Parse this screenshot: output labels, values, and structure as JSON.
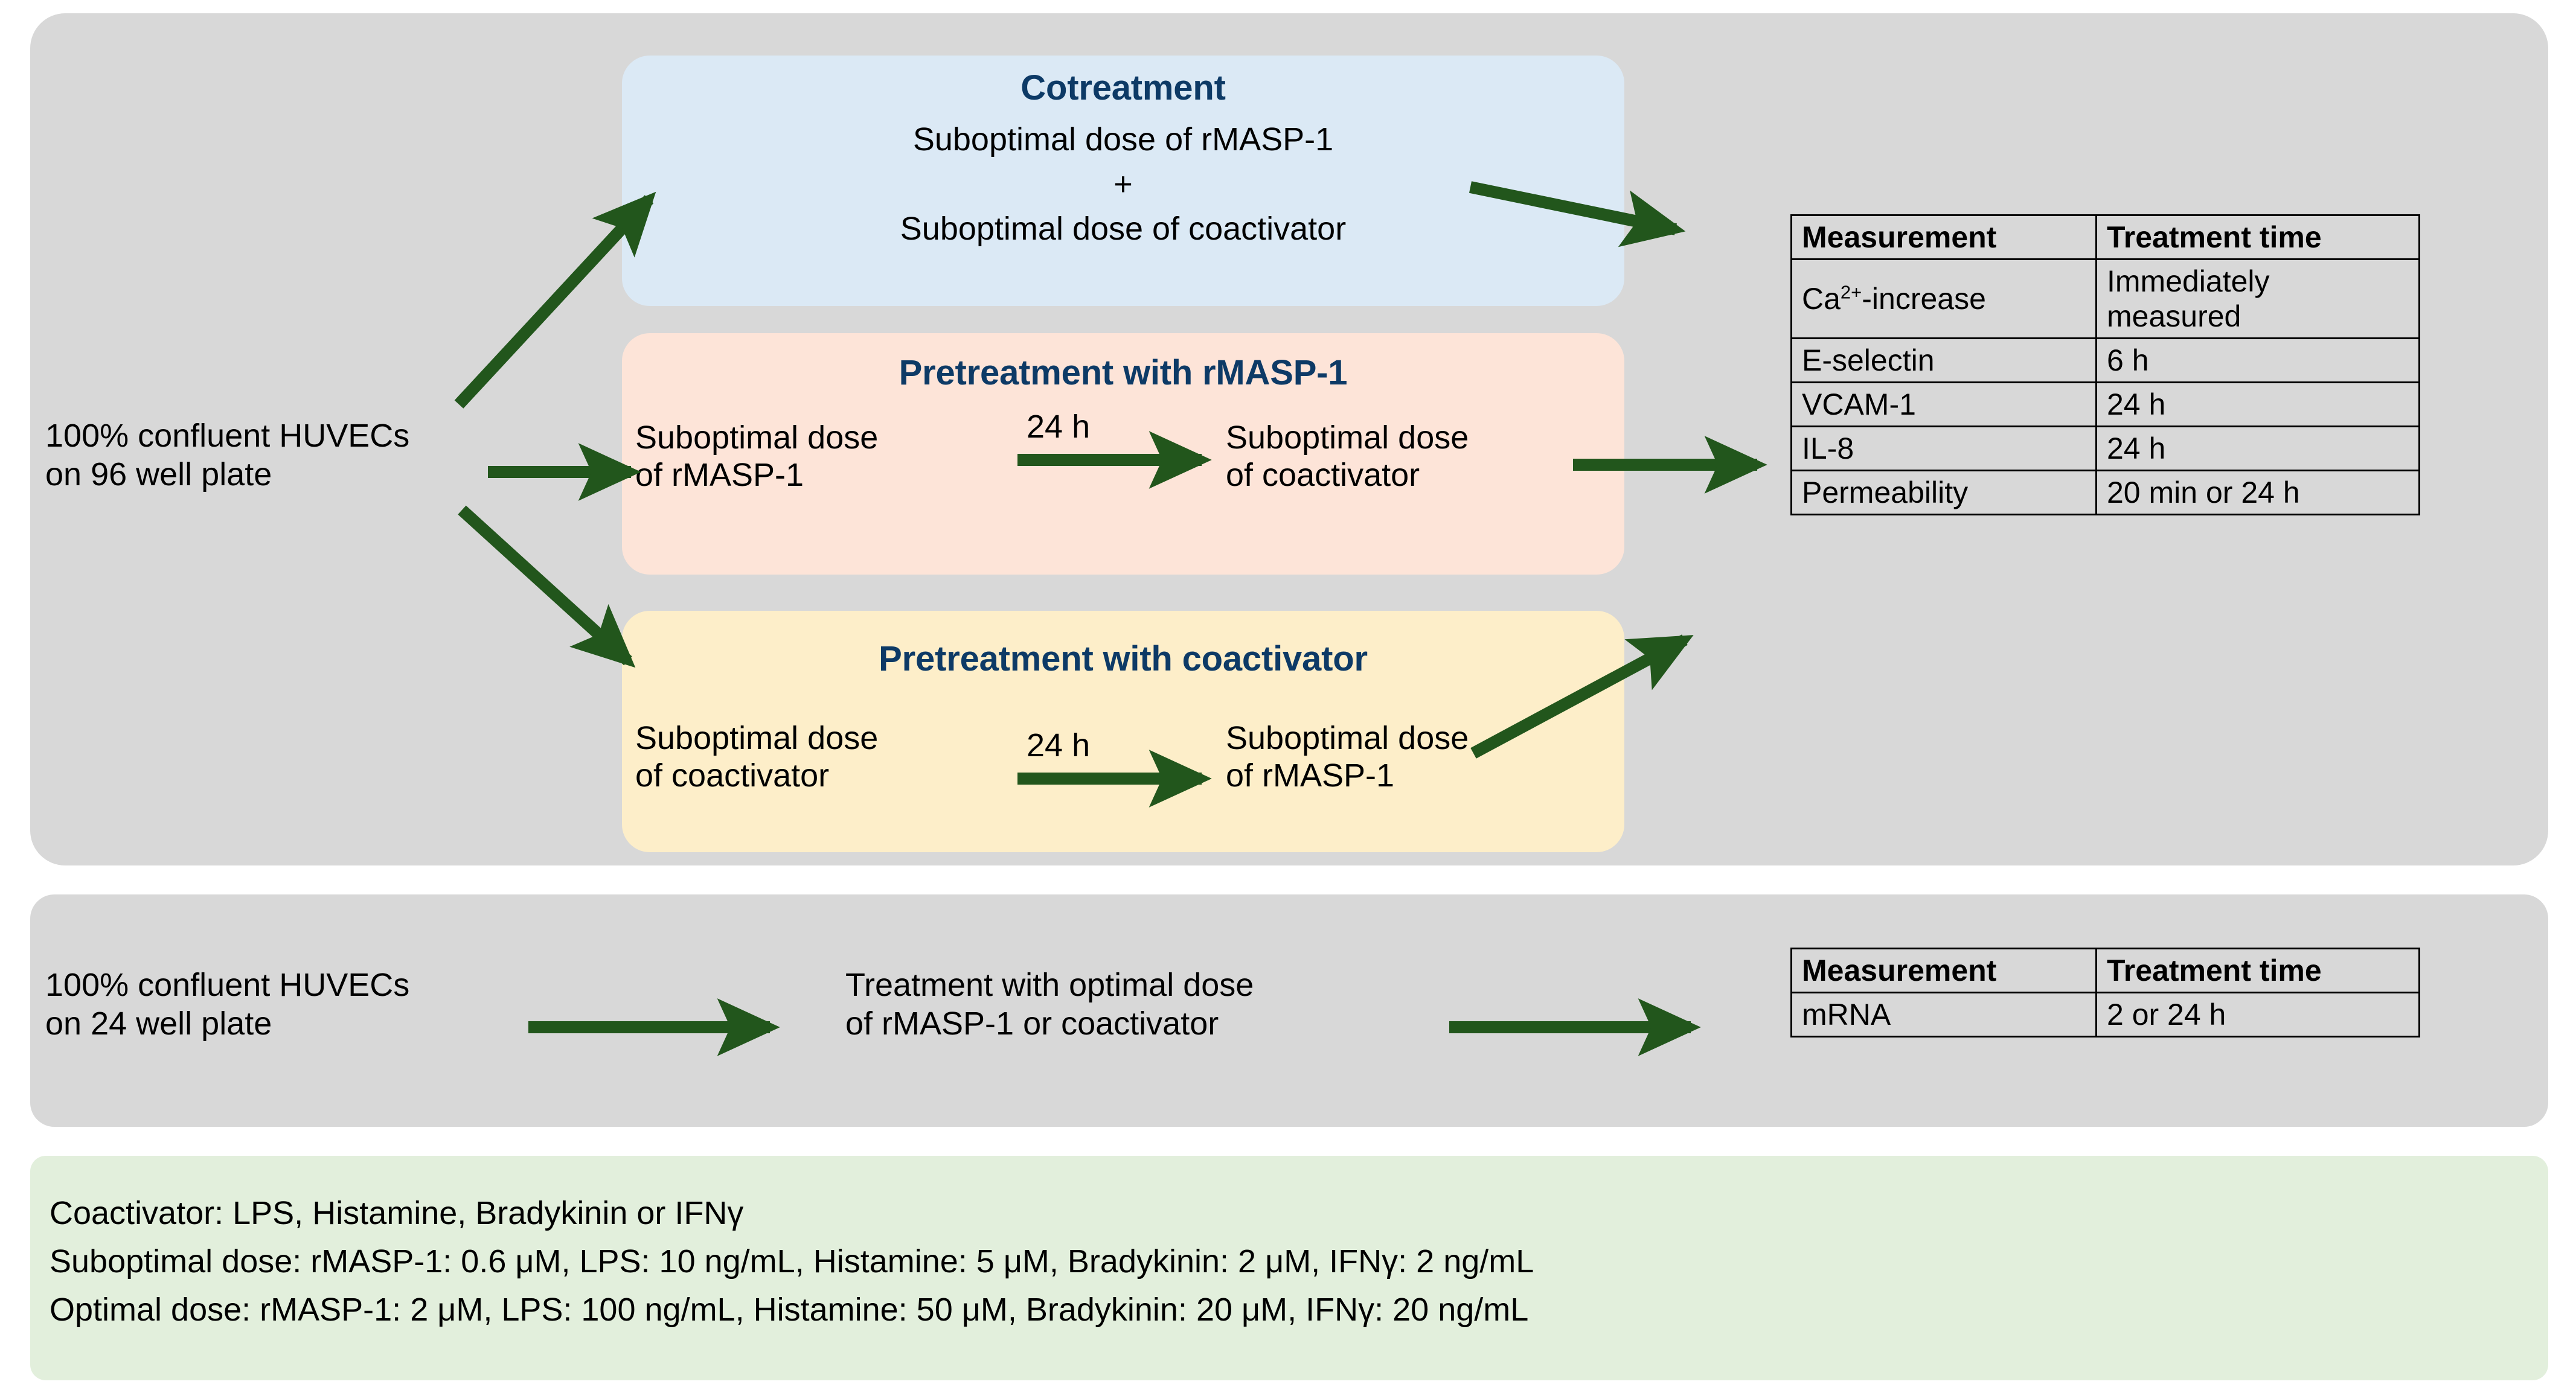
{
  "meta": {
    "accent_blue": "#0d3a66",
    "arrow_green": "#22561c",
    "panel_gray": "#d8d8d8",
    "card_blue": "#dbe9f5",
    "card_peach": "#fde4d8",
    "card_yellow": "#fdeec9",
    "legend_green": "#e2efdc"
  },
  "panel_96": {
    "source_label": "100% confluent HUVECs\non 96 well plate",
    "cards": [
      {
        "id": "cotreatment",
        "title": "Cotreatment",
        "lines": [
          "Suboptimal dose of rMASP-1",
          "+",
          "Suboptimal dose of coactivator"
        ]
      },
      {
        "id": "pretreatment-rmasp1",
        "title": "Pretreatment with rMASP-1",
        "step1": "Suboptimal dose\nof rMASP-1",
        "arrow_label": "24 h",
        "step2": "Suboptimal dose\nof coactivator"
      },
      {
        "id": "pretreatment-coactivator",
        "title": "Pretreatment with coactivator",
        "step1": "Suboptimal dose\nof coactivator",
        "arrow_label": "24 h",
        "step2": "Suboptimal dose\nof rMASP-1"
      }
    ],
    "table": {
      "headers": [
        "Measurement",
        "Treatment time"
      ],
      "rows": [
        [
          "Ca2+-increase",
          "Immediately\nmeasured"
        ],
        [
          "E-selectin",
          "6 h"
        ],
        [
          "VCAM-1",
          "24 h"
        ],
        [
          "IL-8",
          "24 h"
        ],
        [
          "Permeability",
          "20 min or 24 h"
        ]
      ]
    }
  },
  "panel_24": {
    "source_label": "100% confluent HUVECs\non 24 well plate",
    "treatment_label": "Treatment with optimal dose\nof rMASP-1 or coactivator",
    "table": {
      "headers": [
        "Measurement",
        "Treatment time"
      ],
      "rows": [
        [
          "mRNA",
          "2 or 24 h"
        ]
      ]
    }
  },
  "legend": {
    "line1": "Coactivator: LPS, Histamine, Bradykinin or IFNγ",
    "line2": "Suboptimal dose: rMASP-1: 0.6 μM, LPS: 10 ng/mL, Histamine: 5 μM, Bradykinin: 2 μM, IFNγ: 2 ng/mL",
    "line3": "Optimal dose: rMASP-1: 2 μM, LPS: 100 ng/mL, Histamine: 50 μM,  Bradykinin: 20 μM, IFNγ: 20 ng/mL"
  }
}
